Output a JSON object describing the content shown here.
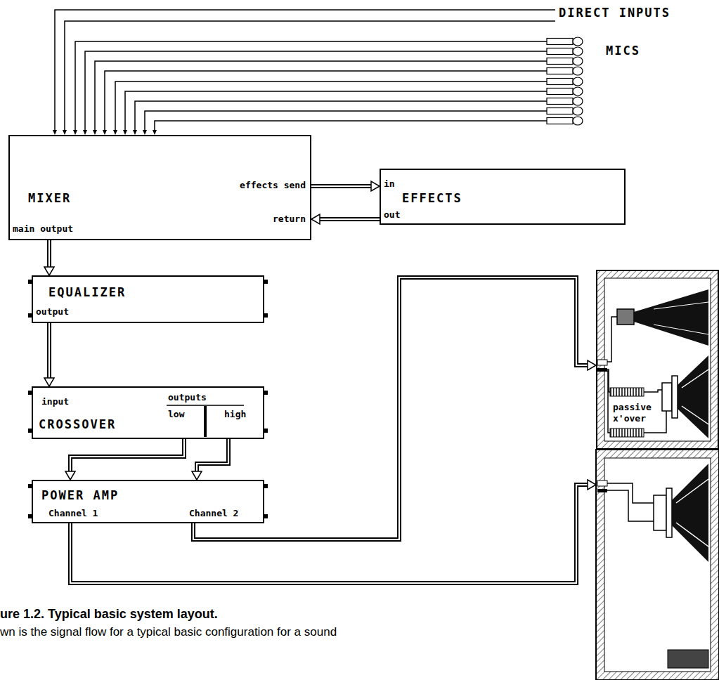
{
  "diagram": {
    "caption": "ure 1.2. Typical basic system layout.",
    "nodes": [
      {
        "text": [
          "MIXER",
          "effects send",
          "return",
          "main output"
        ]
      },
      {
        "text": [
          "in",
          "EFFECTS",
          "out"
        ]
      },
      {
        "text": [
          "EQUALIZER",
          "output"
        ]
      },
      {
        "text": [
          "input",
          "CROSSOVER",
          "outputs",
          "low",
          "high"
        ]
      },
      {
        "text": [
          "POWER AMP",
          "Channel 1",
          "Channel 2"
        ]
      },
      {
        "text": [
          "passive x'over"
        ]
      }
    ],
    "edges": [
      {
        "from": 0,
        "to": 1,
        "arrow": "to"
      },
      {
        "from": 1,
        "to": 0,
        "arrow": "to"
      },
      {
        "from": 0,
        "to": 2,
        "arrow": "to"
      },
      {
        "from": 2,
        "to": 3,
        "arrow": "to"
      },
      {
        "from": 3,
        "to": 4,
        "arrow": "to"
      },
      {
        "from": 3,
        "to": 4,
        "arrow": "to"
      },
      {
        "from": 4,
        "to": 5,
        "arrow": "to"
      }
    ],
    "labels": [
      "DIRECT INPUTS",
      "MICS",
      "wn is the signal flow for a typical basic configuration for a sound"
    ]
  }
}
